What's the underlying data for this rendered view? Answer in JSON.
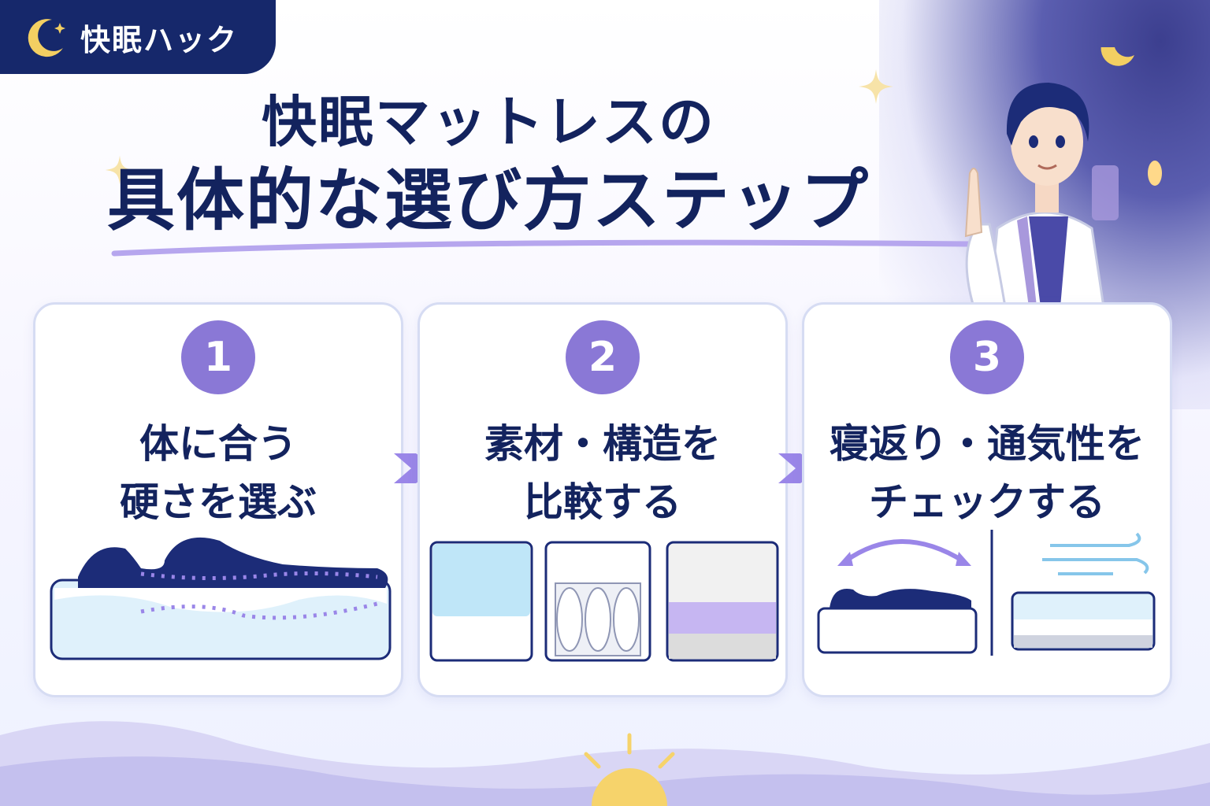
{
  "brand": {
    "label": "快眠ハック",
    "icon": "crescent-moon-icon"
  },
  "title": {
    "line1": "快眠マットレスの",
    "line2": "具体的な選び方ステップ"
  },
  "steps": [
    {
      "number": "1",
      "line1": "体に合う",
      "line2": "硬さを選ぶ",
      "illustration": "person-on-mattress"
    },
    {
      "number": "2",
      "line1": "素材・構造を",
      "line2": "比較する",
      "illustration": "mattress-types"
    },
    {
      "number": "3",
      "line1": "寝返り・通気性を",
      "line2": "チェックする",
      "illustration": "roll-and-airflow"
    }
  ],
  "colors": {
    "navy": "#13235e",
    "accent": "#8a78d6",
    "card_border": "#d6dcf3",
    "sun": "#f6d36b"
  }
}
